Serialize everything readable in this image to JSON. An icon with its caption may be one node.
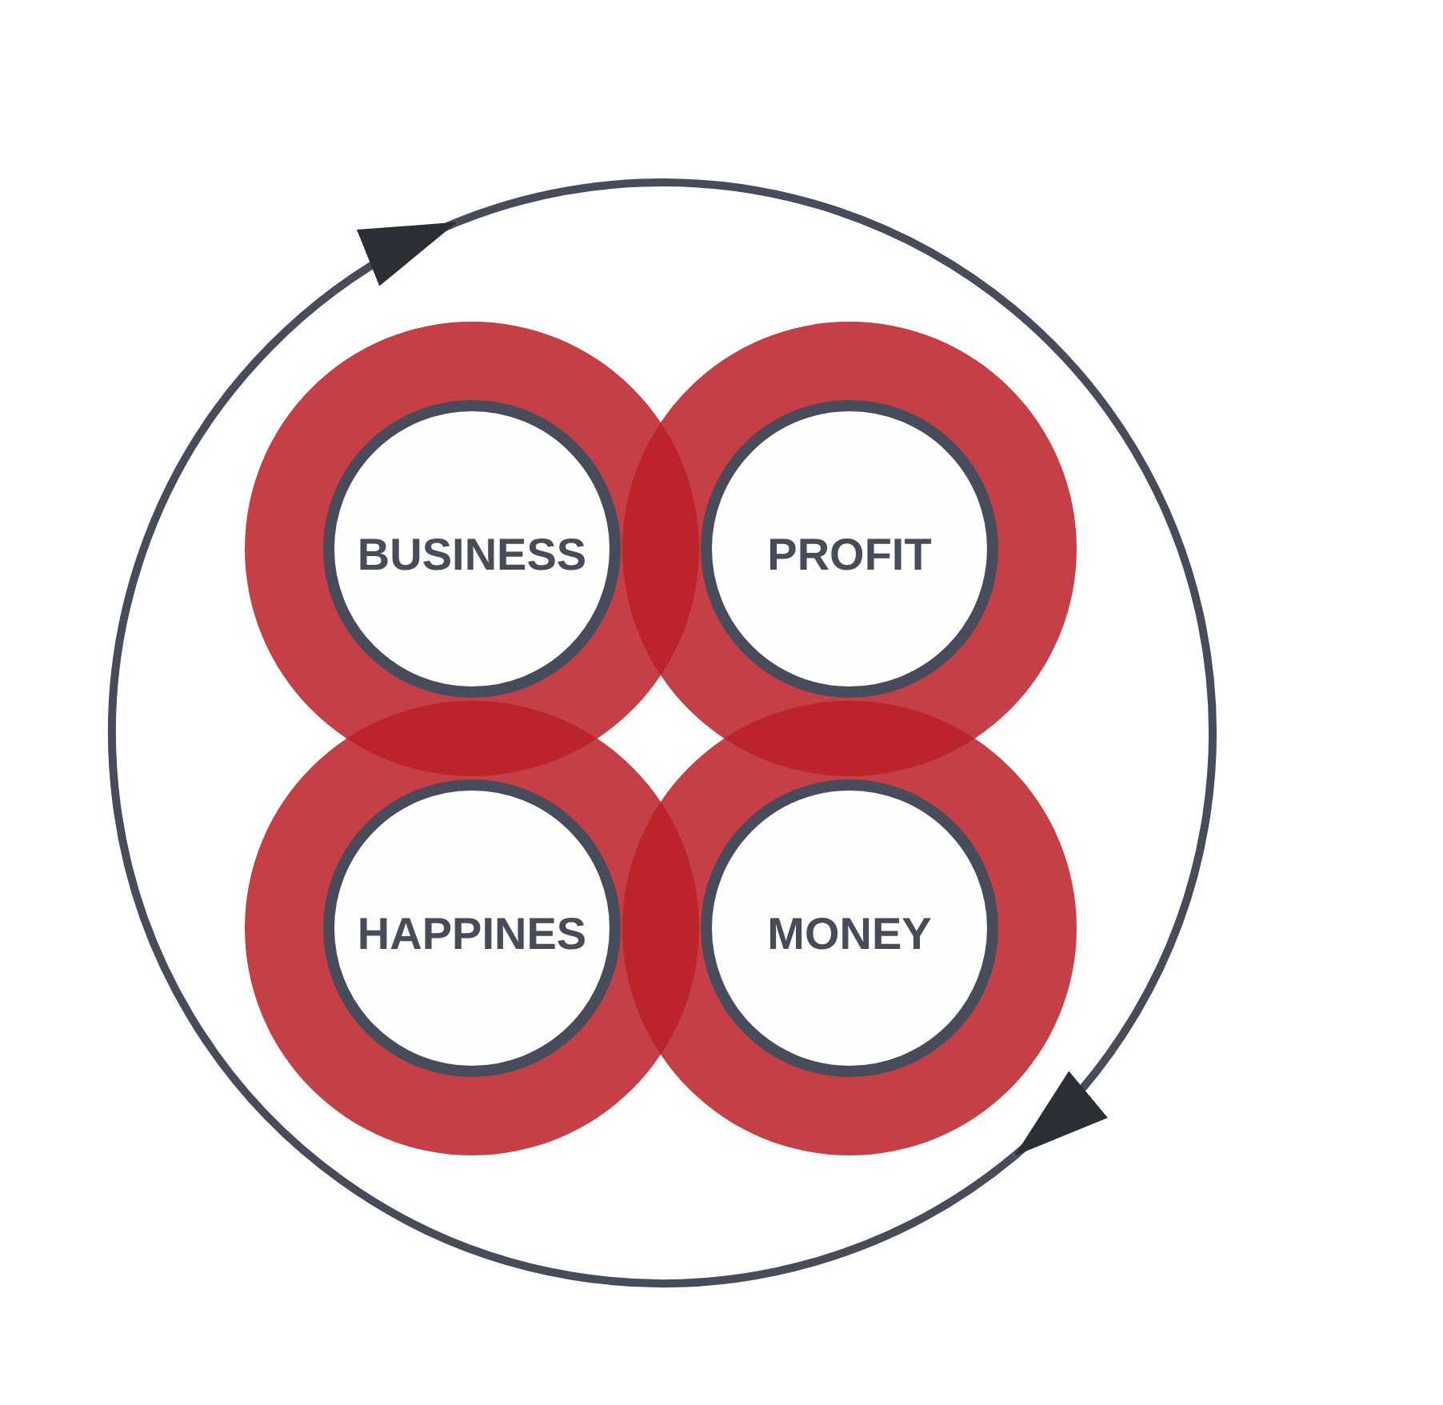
{
  "diagram": {
    "nodes": [
      {
        "text": [
          "BUSINESS"
        ]
      },
      {
        "text": [
          "PROFIT"
        ]
      },
      {
        "text": [
          "HAPPINES"
        ]
      },
      {
        "text": [
          "MONEY"
        ]
      }
    ]
  }
}
